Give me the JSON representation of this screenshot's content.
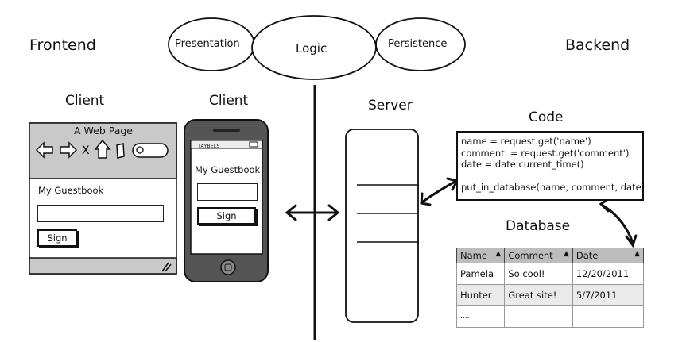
{
  "headings": {
    "frontend": "Frontend",
    "backend": "Backend",
    "presentation": "Presentation",
    "logic": "Logic",
    "persistence": "Persistence"
  },
  "labels": {
    "client_desktop": "Client",
    "client_phone": "Client",
    "server": "Server",
    "code": "Code",
    "database": "Database"
  },
  "desktop": {
    "page_title": "A Web Page",
    "app_title": "My Guestbook",
    "sign_button": "Sign"
  },
  "phone": {
    "status_bar": "TAYBELS",
    "app_title": "My Guestbook",
    "sign_button": "Sign"
  },
  "code_lines": [
    "name = request.get('name')",
    "comment  = request.get('comment')",
    "date = date.current_time()",
    "",
    "put_in_database(name, comment, date)"
  ],
  "database": {
    "columns": [
      "Name",
      "Comment",
      "Date"
    ],
    "rows": [
      [
        "Pamela",
        "So cool!",
        "12/20/2011"
      ],
      [
        "Hunter",
        "Great site!",
        "5/7/2011"
      ],
      [
        "....",
        "",
        ""
      ]
    ]
  }
}
